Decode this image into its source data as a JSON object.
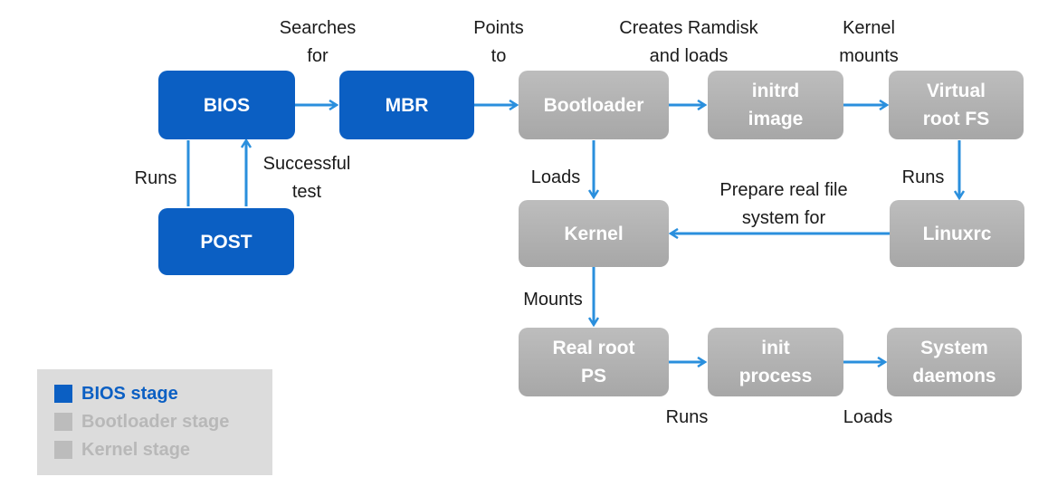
{
  "colors": {
    "bios": "#0b5fc3",
    "boot": "#b1b1b1",
    "kernel_legend": "#bcbcbc",
    "arrow": "#2a8fdd"
  },
  "boxes": {
    "bios": "BIOS",
    "mbr": "MBR",
    "post": "POST",
    "bootloader": "Bootloader",
    "initrd": "initrd\nimage",
    "vroot": "Virtual\nroot FS",
    "kernel": "Kernel",
    "linuxrc": "Linuxrc",
    "realroot": "Real root\nPS",
    "init": "init\nprocess",
    "daemons": "System\ndaemons"
  },
  "labels": {
    "searches": "Searches\nfor",
    "points": "Points\nto",
    "creates": "Creates Ramdisk\nand loads",
    "kmounts": "Kernel\nmounts",
    "runs_post": "Runs",
    "successful": "Successful\ntest",
    "loads_kernel": "Loads",
    "prepare": "Prepare real file\nsystem for",
    "runs_linuxrc": "Runs",
    "mounts": "Mounts",
    "runs_init": "Runs",
    "loads_daemons": "Loads"
  },
  "legend": [
    {
      "label": "BIOS stage",
      "color": "#0b5fc3",
      "text_color": "#0b5fc3"
    },
    {
      "label": "Bootloader stage",
      "color": "#bcbcbc",
      "text_color": "#b8b8b8"
    },
    {
      "label": "Kernel stage",
      "color": "#bcbcbc",
      "text_color": "#b8b8b8"
    }
  ]
}
